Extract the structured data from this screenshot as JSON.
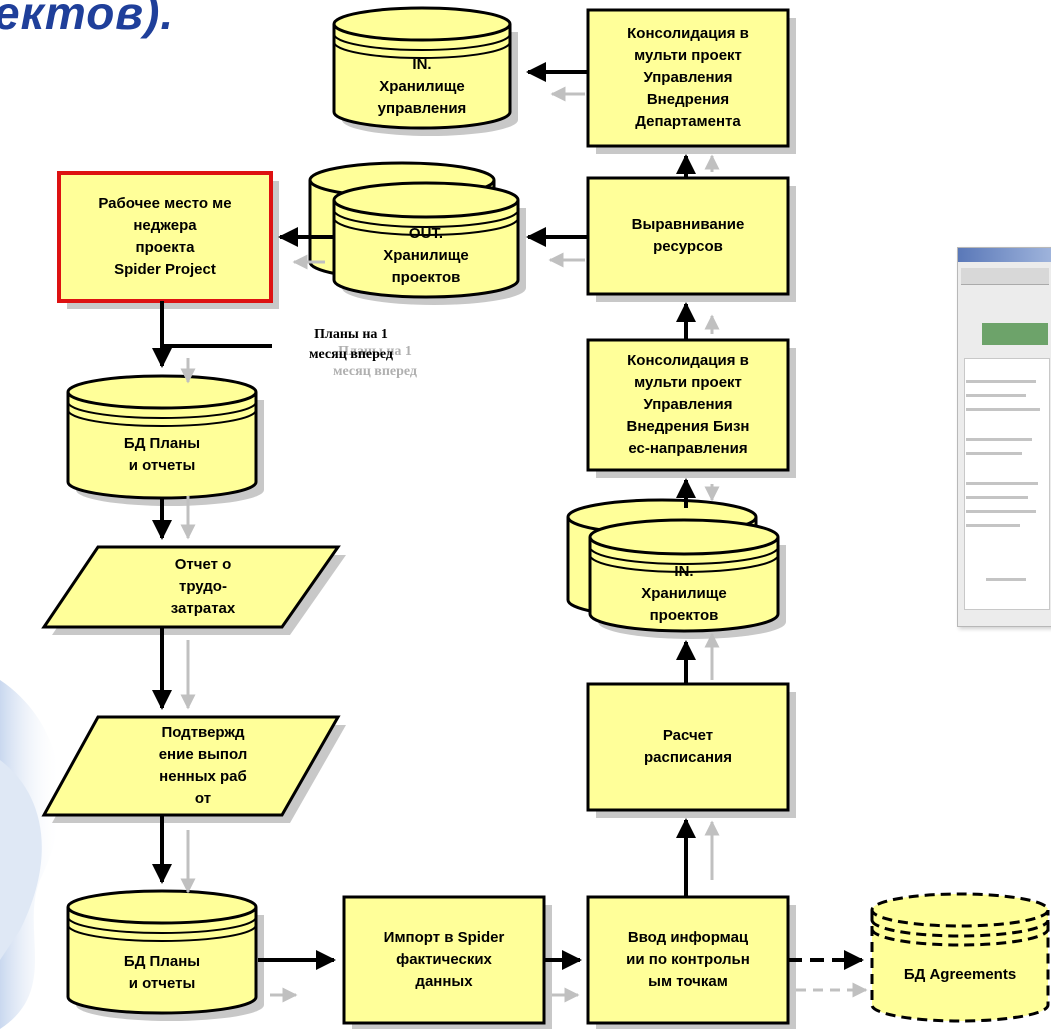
{
  "slide_title_fragment": "ектов).",
  "nodes": {
    "consolidation_department": "Консолидация в\nмульти проект\nУправления\nВнедрения\nДепартамента",
    "in_management_storage": "IN.\nХранилище\nуправления",
    "pm_workplace": "Рабочее место ме\nнеджера\nпроекта\nSpider Project",
    "out_projects_storage": "OUT.\nХранилище\nпроектов",
    "resource_leveling": "Выравнивание\nресурсов",
    "consolidation_business": "Консолидация в\nмульти проект\nУправления\nВнедрения Бизн\nес-направления",
    "db_plans_reports_top": "БД Планы\nи отчеты",
    "labor_report": "Отчет о\nтрудо-\nзатратах",
    "in_projects_storage": "IN.\nХранилище\nпроектов",
    "work_confirmation": "Подтвержд\nение выпол\nненных раб\nот",
    "schedule_calc": "Расчет\nрасписания",
    "db_plans_reports_bottom": "БД Планы\nи отчеты",
    "import_spider": "Импорт в Spider\nфактических\nданных",
    "checkpoint_input": "Ввод информац\nии по контрольн\nым    точкам",
    "db_agreements": "БД Agreements"
  },
  "notes": {
    "plans_month": "Планы на 1\nмесяц вперед",
    "plans_month_ghost": "Планы на 1\nмесяц вперед"
  },
  "colors": {
    "node_fill": "#ffff99",
    "node_stroke": "#000000",
    "highlight_border": "#dd1111",
    "title_blue": "#1f3f9a",
    "gray_arrow": "#c0c0c0",
    "shadow": "#c8c8c8"
  },
  "thumbnail": {
    "icon": "application-window-screenshot"
  }
}
